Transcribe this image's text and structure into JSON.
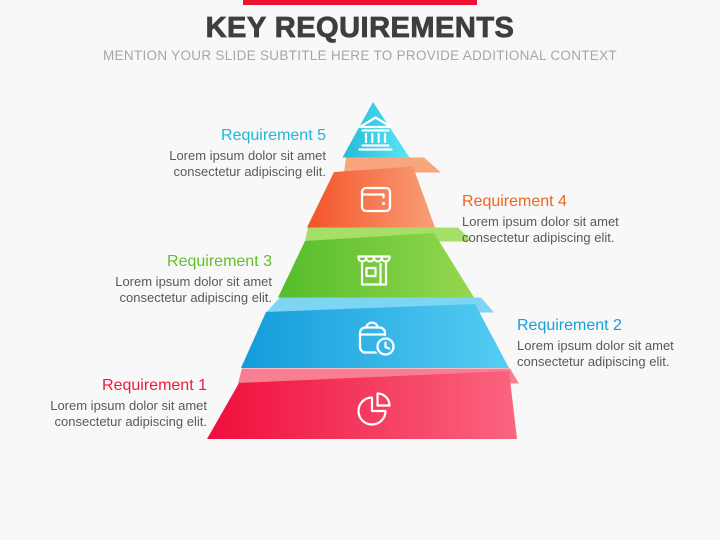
{
  "slide": {
    "background": "#f8f8f8",
    "accent_bar_color": "#ec1033",
    "title": "KEY REQUIREMENTS",
    "subtitle": "MENTION YOUR SLIDE SUBTITLE HERE TO PROVIDE ADDITIONAL CONTEXT",
    "title_color": "#3e3e3e",
    "subtitle_color": "#a6a6a6",
    "description_color": "#595959"
  },
  "pyramid": {
    "levels": [
      {
        "label": "Requirement 5",
        "description": [
          "Lorem ipsum dolor sit amet",
          "consectetur adipiscing elit."
        ],
        "label_color": "#1cb8d9",
        "face_dark": "#23bbd9",
        "face_light": "#5ce4f6",
        "icon": "bank-icon",
        "side": "left"
      },
      {
        "label": "Requirement 4",
        "description": [
          "Lorem ipsum dolor sit amet",
          "consectetur adipiscing elit."
        ],
        "label_color": "#f2641f",
        "face_dark": "#f4532a",
        "face_light": "#f99f76",
        "flap": "#f9a57e",
        "icon": "wallet-icon",
        "side": "right"
      },
      {
        "label": "Requirement 3",
        "description": [
          "Lorem ipsum dolor sit amet",
          "consectetur adipiscing elit."
        ],
        "label_color": "#63bf28",
        "face_dark": "#55bd2a",
        "face_light": "#95d74f",
        "flap": "#a5df68",
        "icon": "store-icon",
        "side": "left"
      },
      {
        "label": "Requirement 2",
        "description": [
          "Lorem ipsum dolor sit amet",
          "consectetur adipiscing elit."
        ],
        "label_color": "#189fd9",
        "face_dark": "#149bda",
        "face_light": "#55cdf3",
        "flap": "#7ed5f3",
        "icon": "bag-clock-icon",
        "side": "right"
      },
      {
        "label": "Requirement 1",
        "description": [
          "Lorem ipsum dolor sit amet",
          "consectetur adipiscing elit."
        ],
        "label_color": "#ee1b3e",
        "face_dark": "#ef0e3c",
        "face_light": "#fa657f",
        "flap": "#f87e92",
        "icon": "pie-chart-icon",
        "side": "left"
      }
    ]
  }
}
